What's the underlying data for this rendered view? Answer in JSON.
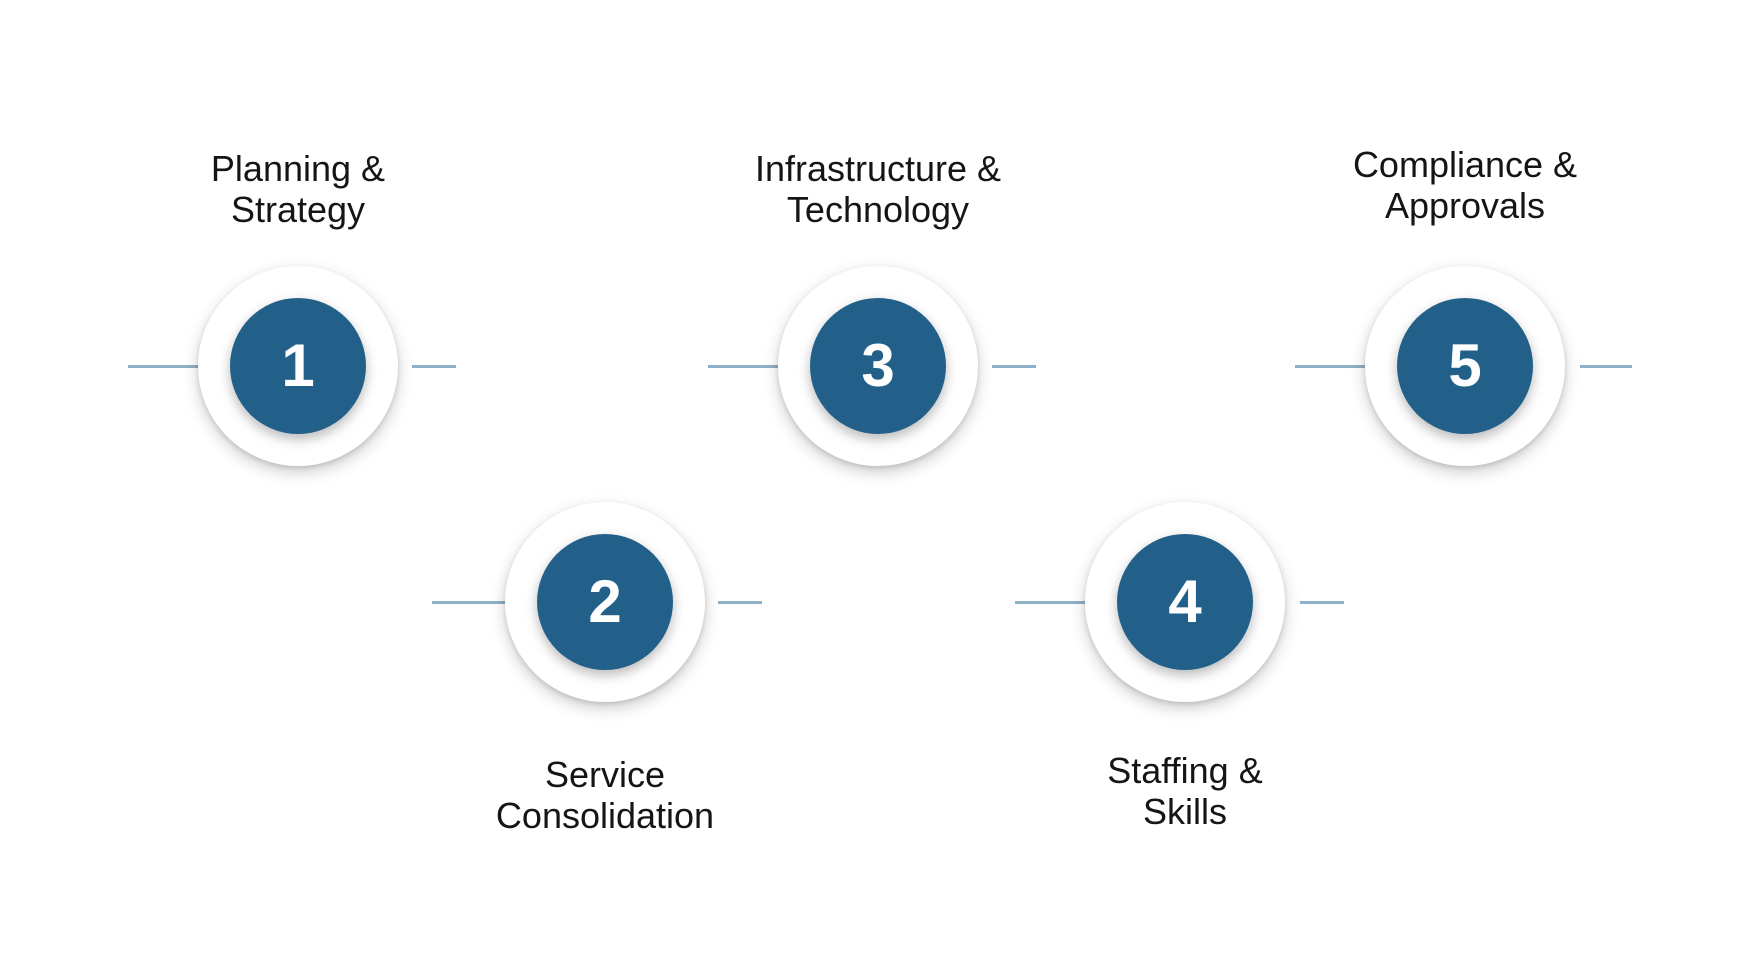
{
  "diagram": {
    "type": "process-flow-zigzag",
    "background_color": "#ffffff",
    "accent_color": "#22608a",
    "connector_color": "#8fb0c6",
    "label_color": "#151515",
    "number_color": "#ffffff",
    "steps": [
      {
        "number": "1",
        "label": "Planning &\nStrategy",
        "label_position": "above",
        "row": "top"
      },
      {
        "number": "2",
        "label": "Service\nConsolidation",
        "label_position": "below",
        "row": "bottom"
      },
      {
        "number": "3",
        "label": "Infrastructure &\nTechnology",
        "label_position": "above",
        "row": "top"
      },
      {
        "number": "4",
        "label": "Staffing &\nSkills",
        "label_position": "below",
        "row": "bottom"
      },
      {
        "number": "5",
        "label": "Compliance &\nApprovals",
        "label_position": "above",
        "row": "top"
      }
    ]
  }
}
